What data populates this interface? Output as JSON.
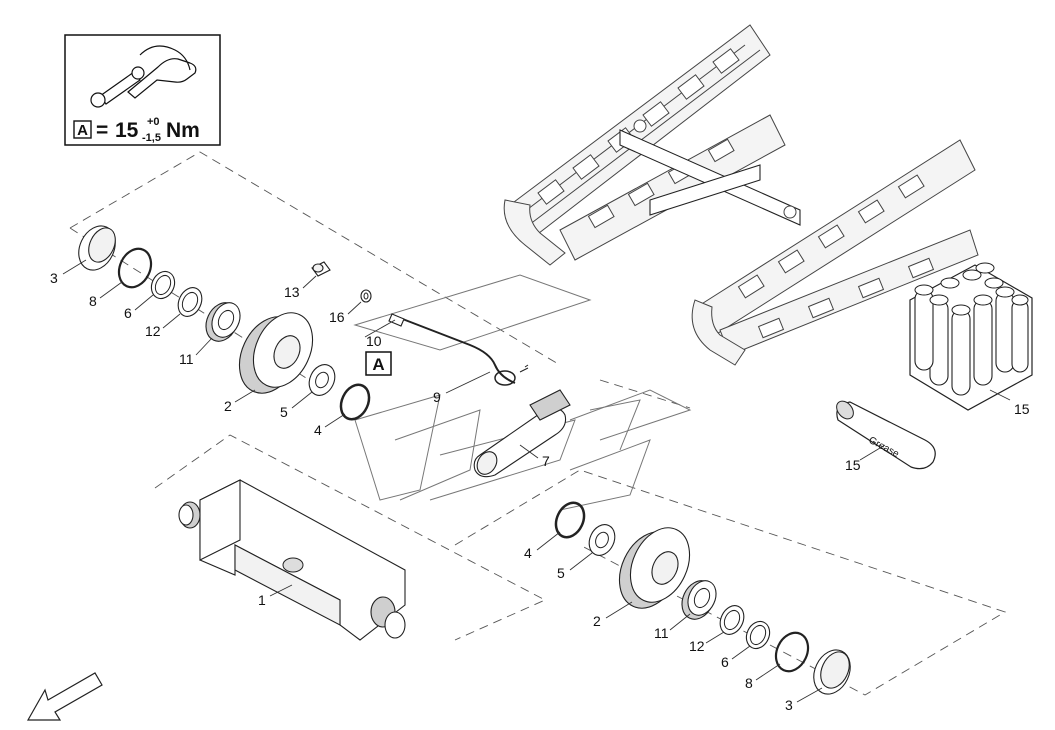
{
  "torque_box": {
    "key_letter": "A",
    "equals": "=",
    "value": "15",
    "tol_plus": "+0",
    "tol_minus": "-1,5",
    "unit": "Nm"
  },
  "detail_marker": {
    "letter": "A"
  },
  "grease_label": "Grease",
  "callouts": {
    "c1": "1",
    "c2a": "2",
    "c2b": "2",
    "c3a": "3",
    "c3b": "3",
    "c4a": "4",
    "c4b": "4",
    "c5a": "5",
    "c5b": "5",
    "c6a": "6",
    "c6b": "6",
    "c7": "7",
    "c8a": "8",
    "c8b": "8",
    "c9": "9",
    "c10": "10",
    "c11a": "11",
    "c11b": "11",
    "c12a": "12",
    "c12b": "12",
    "c13": "13",
    "c15a": "15",
    "c15b": "15",
    "c16": "16"
  },
  "icons": [
    "wrench-hand-icon",
    "direction-arrow-icon",
    "grease-tube-icon",
    "grease-box-icon"
  ]
}
